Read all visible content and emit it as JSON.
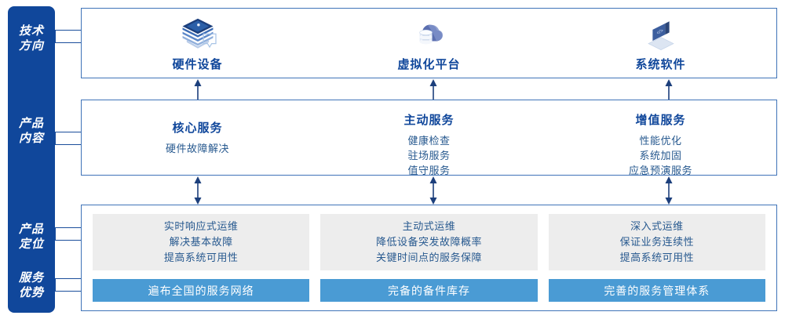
{
  "rail": {
    "labels": [
      {
        "text": "技术\n方向",
        "name": "rail-label-tech-direction"
      },
      {
        "text": "产品\n内容",
        "name": "rail-label-product-content"
      },
      {
        "text": "产品\n定位",
        "name": "rail-label-product-position"
      },
      {
        "text": "服务\n优势",
        "name": "rail-label-service-advantage"
      }
    ]
  },
  "tech_direction": {
    "items": [
      {
        "label": "硬件设备",
        "icon": "server-stack-icon"
      },
      {
        "label": "虚拟化平台",
        "icon": "cloud-database-icon"
      },
      {
        "label": "系统软件",
        "icon": "laptop-code-icon"
      }
    ]
  },
  "product_content": {
    "columns": [
      {
        "title": "核心服务",
        "items": [
          "硬件故障解决"
        ]
      },
      {
        "title": "主动服务",
        "items": [
          "健康检查",
          "驻场服务",
          "值守服务"
        ]
      },
      {
        "title": "增值服务",
        "items": [
          "性能优化",
          "系统加固",
          "应急预演服务"
        ]
      }
    ]
  },
  "product_position": {
    "columns": [
      {
        "lines": [
          "实时响应式运维",
          "解决基本故障",
          "提高系统可用性"
        ]
      },
      {
        "lines": [
          "主动式运维",
          "降低设备突发故障概率",
          "关键时间点的服务保障"
        ]
      },
      {
        "lines": [
          "深入式运维",
          "保证业务连续性",
          "提高系统可用性"
        ]
      }
    ]
  },
  "service_advantage": {
    "bars": [
      "遍布全国的服务网络",
      "完备的备件库存",
      "完善的服务管理体系"
    ]
  },
  "colors": {
    "rail": "#10479B",
    "panel_border": "#3F73B8",
    "heading": "#10479B",
    "body_text": "#27598F",
    "gray_box": "#EDEDED",
    "blue_bar": "#4A9BD4"
  }
}
